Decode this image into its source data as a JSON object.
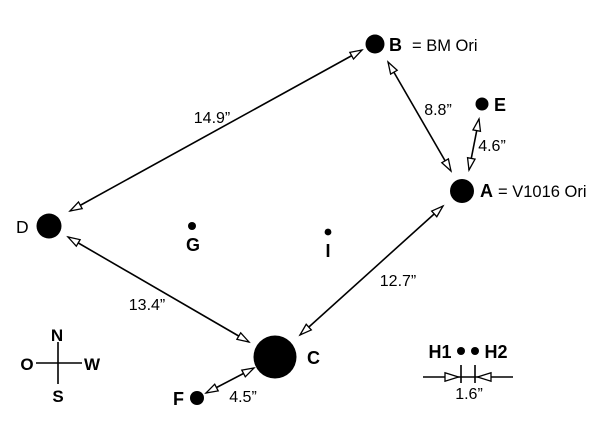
{
  "figure": {
    "ink": "#000000",
    "background": "#ffffff"
  },
  "stars": {
    "A": {
      "label": "A",
      "suffix": "= V1016 Ori"
    },
    "B": {
      "label": "B",
      "suffix": "= BM Ori"
    },
    "C": {
      "label": "C"
    },
    "D": {
      "label": "D"
    },
    "E": {
      "label": "E"
    },
    "F": {
      "label": "F"
    },
    "G": {
      "label": "G"
    },
    "I": {
      "label": "I"
    },
    "H1": {
      "label": "H1"
    },
    "H2": {
      "label": "H2"
    }
  },
  "separations": {
    "d_b": {
      "pair": "D-B",
      "label": "14.9”"
    },
    "b_a": {
      "pair": "B-A",
      "label": "8.8”"
    },
    "a_e": {
      "pair": "A-E",
      "label": "4.6”"
    },
    "c_a": {
      "pair": "C-A",
      "label": "12.7”"
    },
    "d_c": {
      "pair": "D-C",
      "label": "13.4”"
    },
    "f_c": {
      "pair": "F-C",
      "label": "4.5”"
    },
    "h1_h2": {
      "pair": "H1-H2",
      "label": "1.6”"
    }
  },
  "compass": {
    "north": "N",
    "south": "S",
    "west": "W",
    "east": "O"
  }
}
